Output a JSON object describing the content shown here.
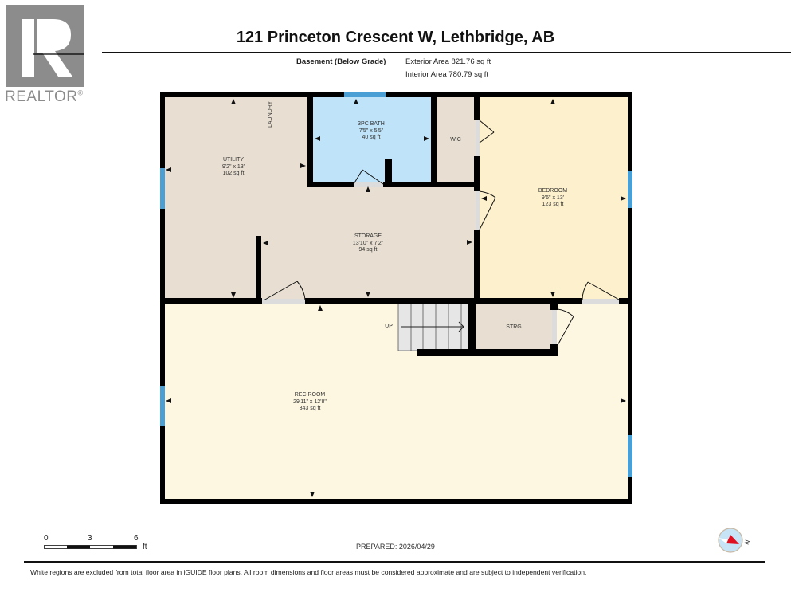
{
  "branding": {
    "logo_letter": "R",
    "logo_text": "REALTOR",
    "logo_mark": "®"
  },
  "header": {
    "title": "121 Princeton Crescent W, Lethbridge, AB",
    "level": "Basement (Below Grade)",
    "exterior_area": "Exterior Area 821.76 sq ft",
    "interior_area": "Interior Area 780.79 sq ft"
  },
  "rooms": {
    "utility": {
      "name": "UTILITY",
      "dims": "9'2\" x 13'",
      "area": "102 sq ft"
    },
    "laundry": {
      "name": "LAUNDRY"
    },
    "bath": {
      "name": "3PC BATH",
      "dims": "7'5\" x 5'5\"",
      "area": "40 sq ft"
    },
    "wic": {
      "name": "WIC"
    },
    "bedroom": {
      "name": "BEDROOM",
      "dims": "9'6\" x 13'",
      "area": "123 sq ft"
    },
    "storage": {
      "name": "STORAGE",
      "dims": "13'10\" x 7'2\"",
      "area": "94 sq ft"
    },
    "strg": {
      "name": "STRG"
    },
    "stairs": {
      "label": "UP"
    },
    "rec_room": {
      "name": "REC ROOM",
      "dims": "29'11\" x 12'8\"",
      "area": "343 sq ft"
    }
  },
  "colors": {
    "wall": "#000000",
    "utility_fill": "#e8dfd2",
    "bath_fill": "#bfe3f8",
    "bedroom_fill": "#fdf0cc",
    "rec_fill": "#fdf7e1",
    "window": "#4a9fd4",
    "door_gap": "#dcdcdc"
  },
  "scale": {
    "ticks": [
      "0",
      "3",
      "6"
    ],
    "unit": "ft"
  },
  "prepared": "PREPARED: 2026/04/29",
  "compass": {
    "label": "N"
  },
  "footer": {
    "note": "White regions are excluded from total floor area in iGUIDE floor plans. All room dimensions and floor areas must be considered approximate and are subject to independent verification."
  }
}
